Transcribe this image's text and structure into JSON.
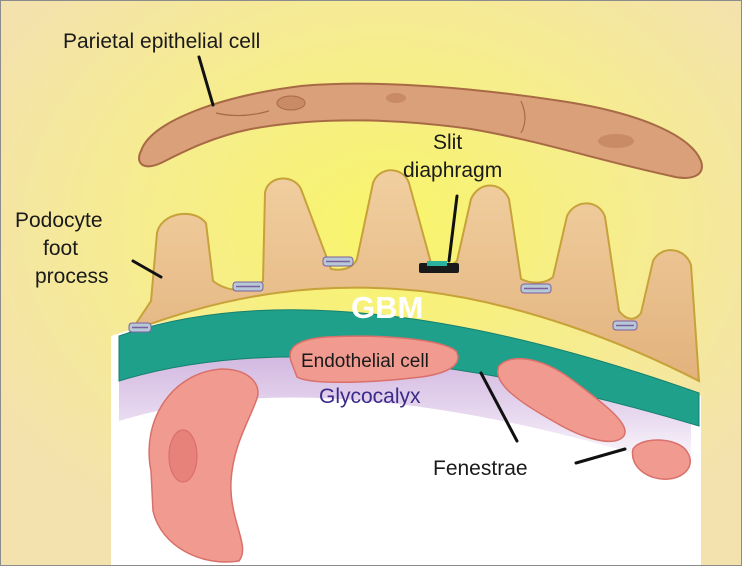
{
  "labels": {
    "parietal": "Parietal epithelial cell",
    "slit_line1": "Slit",
    "slit_line2": "diaphragm",
    "podocyte_line1": "Podocyte",
    "podocyte_line2": "foot",
    "podocyte_line3": "process",
    "gbm": "GBM",
    "endothelial": "Endothelial cell",
    "glycocalyx": "Glycocalyx",
    "fenestrae": "Fenestrae"
  },
  "colors": {
    "background_yellow": "#f6e9a6",
    "bright_yellow": "#f7f26a",
    "cell_tan": "#e6b883",
    "cell_outline": "#b98a4c",
    "parietal_fill": "#d9a07a",
    "parietal_outline": "#a86a45",
    "gbm_green": "#1fa08a",
    "glycocalyx_lavender": "#cdb3dc",
    "endothelial_pink": "#f09a90",
    "endothelial_outline": "#d9706a"
  }
}
